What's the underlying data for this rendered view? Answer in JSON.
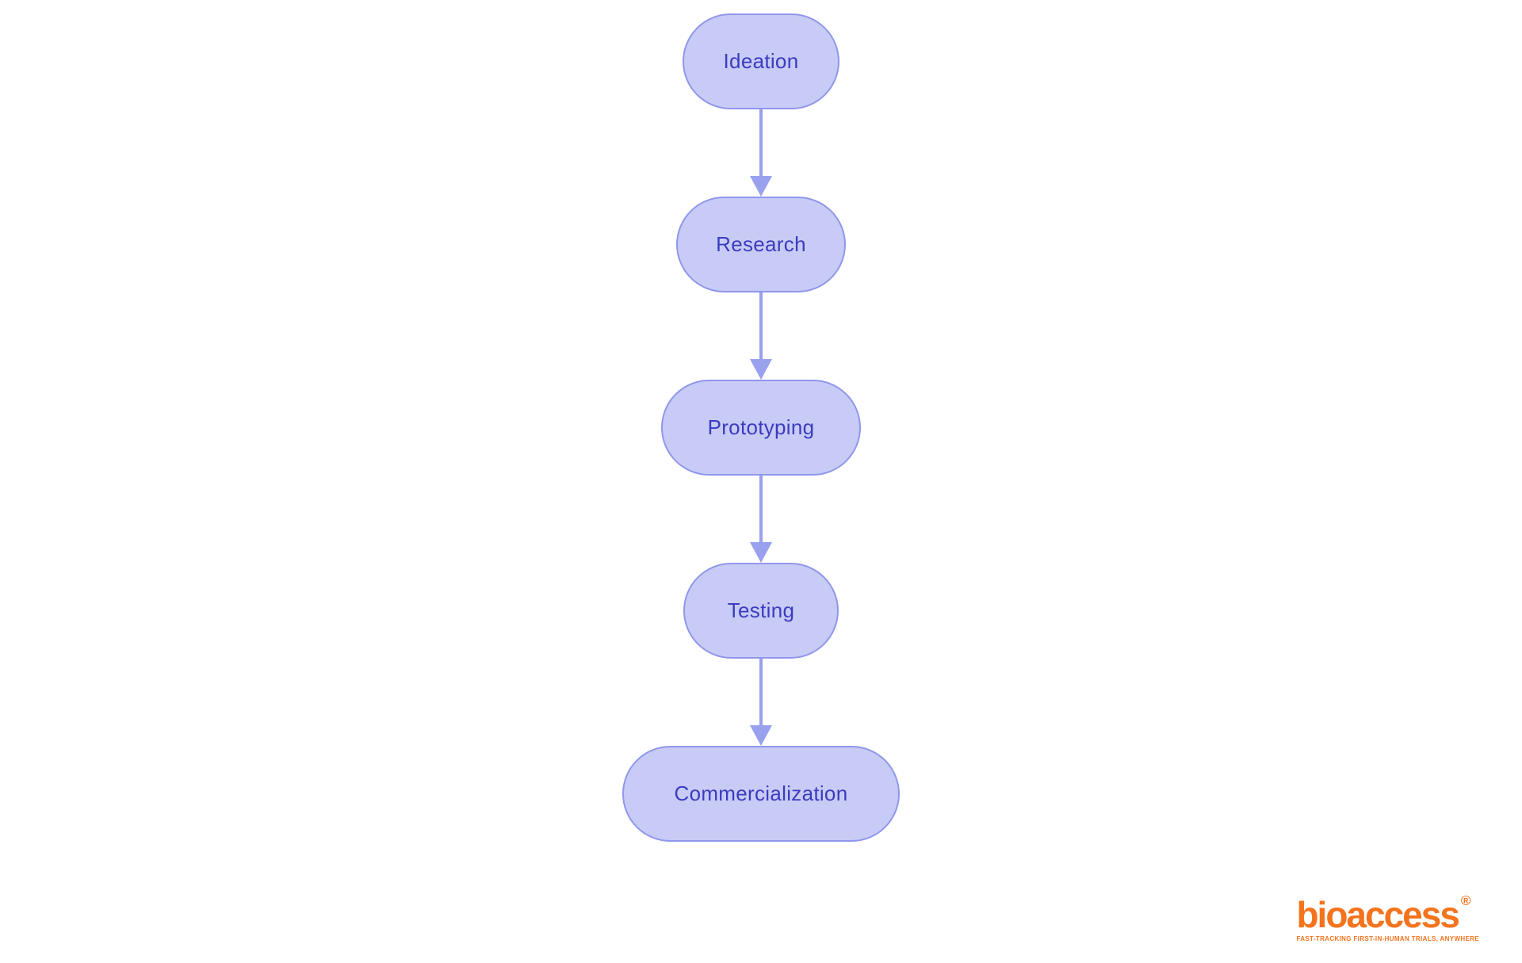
{
  "flowchart": {
    "nodes": [
      {
        "id": "ideation",
        "label": "Ideation"
      },
      {
        "id": "research",
        "label": "Research"
      },
      {
        "id": "prototyping",
        "label": "Prototyping"
      },
      {
        "id": "testing",
        "label": "Testing"
      },
      {
        "id": "commercialization",
        "label": "Commercialization"
      }
    ],
    "edges": [
      {
        "from": "Ideation",
        "to": "Research"
      },
      {
        "from": "Research",
        "to": "Prototyping"
      },
      {
        "from": "Prototyping",
        "to": "Testing"
      },
      {
        "from": "Testing",
        "to": "Commercialization"
      }
    ],
    "colors": {
      "node_fill": "#C8CBF5",
      "node_border": "#9097EB",
      "node_text": "#3B3CC0",
      "arrow": "#99A1EE"
    }
  },
  "logo": {
    "wordmark": "bioaccess",
    "registered_mark": "®",
    "tagline": "FAST-TRACKING FIRST-IN-HUMAN TRIALS, ANYWHERE",
    "color": "#F4731C"
  }
}
